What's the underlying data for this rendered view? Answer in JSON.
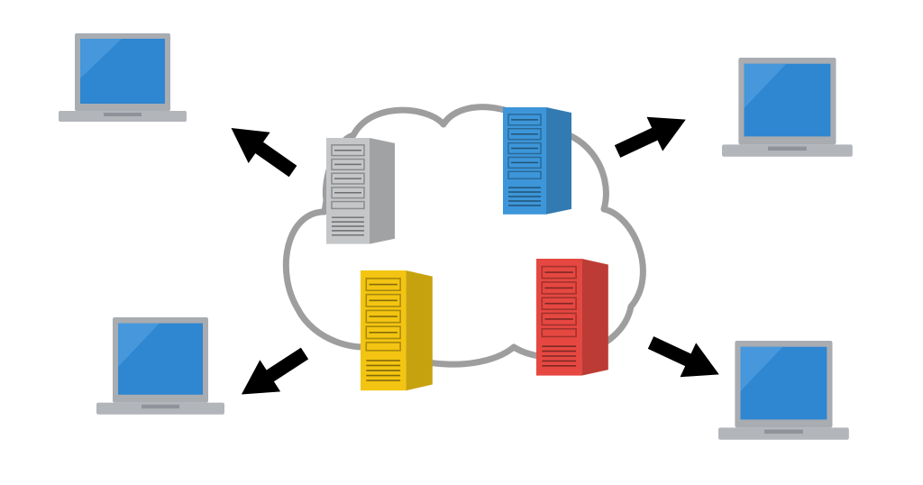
{
  "colors": {
    "background": "#ffffff",
    "cloud_outline": "#9e9e9e",
    "arrow": "#000000",
    "laptop_body": "#b2b5ba",
    "laptop_bezel": "#a9acb1",
    "laptop_screen": "#2f86d1",
    "laptop_screen_highlight": "#5aa6e3",
    "laptop_keyboard": "#8f9399",
    "server_gray": "#c4c6c8",
    "server_blue": "#3d96d9",
    "server_yellow": "#f3c512",
    "server_red": "#e64841"
  },
  "cloud": {
    "icon": "cloud-outline-icon"
  },
  "servers": [
    {
      "id": "gray",
      "icon": "server-tower-icon",
      "color_key": "server_gray"
    },
    {
      "id": "blue",
      "icon": "server-tower-icon",
      "color_key": "server_blue"
    },
    {
      "id": "yellow",
      "icon": "server-tower-icon",
      "color_key": "server_yellow"
    },
    {
      "id": "red",
      "icon": "server-tower-icon",
      "color_key": "server_red"
    }
  ],
  "laptops": [
    {
      "id": "top-left",
      "icon": "laptop-icon"
    },
    {
      "id": "top-right",
      "icon": "laptop-icon"
    },
    {
      "id": "bottom-left",
      "icon": "laptop-icon"
    },
    {
      "id": "bottom-right",
      "icon": "laptop-icon"
    }
  ],
  "arrows": [
    {
      "id": "to-top-left",
      "icon": "arrow-icon"
    },
    {
      "id": "to-top-right",
      "icon": "arrow-icon"
    },
    {
      "id": "to-bottom-left",
      "icon": "arrow-icon"
    },
    {
      "id": "to-bottom-right",
      "icon": "arrow-icon"
    }
  ]
}
